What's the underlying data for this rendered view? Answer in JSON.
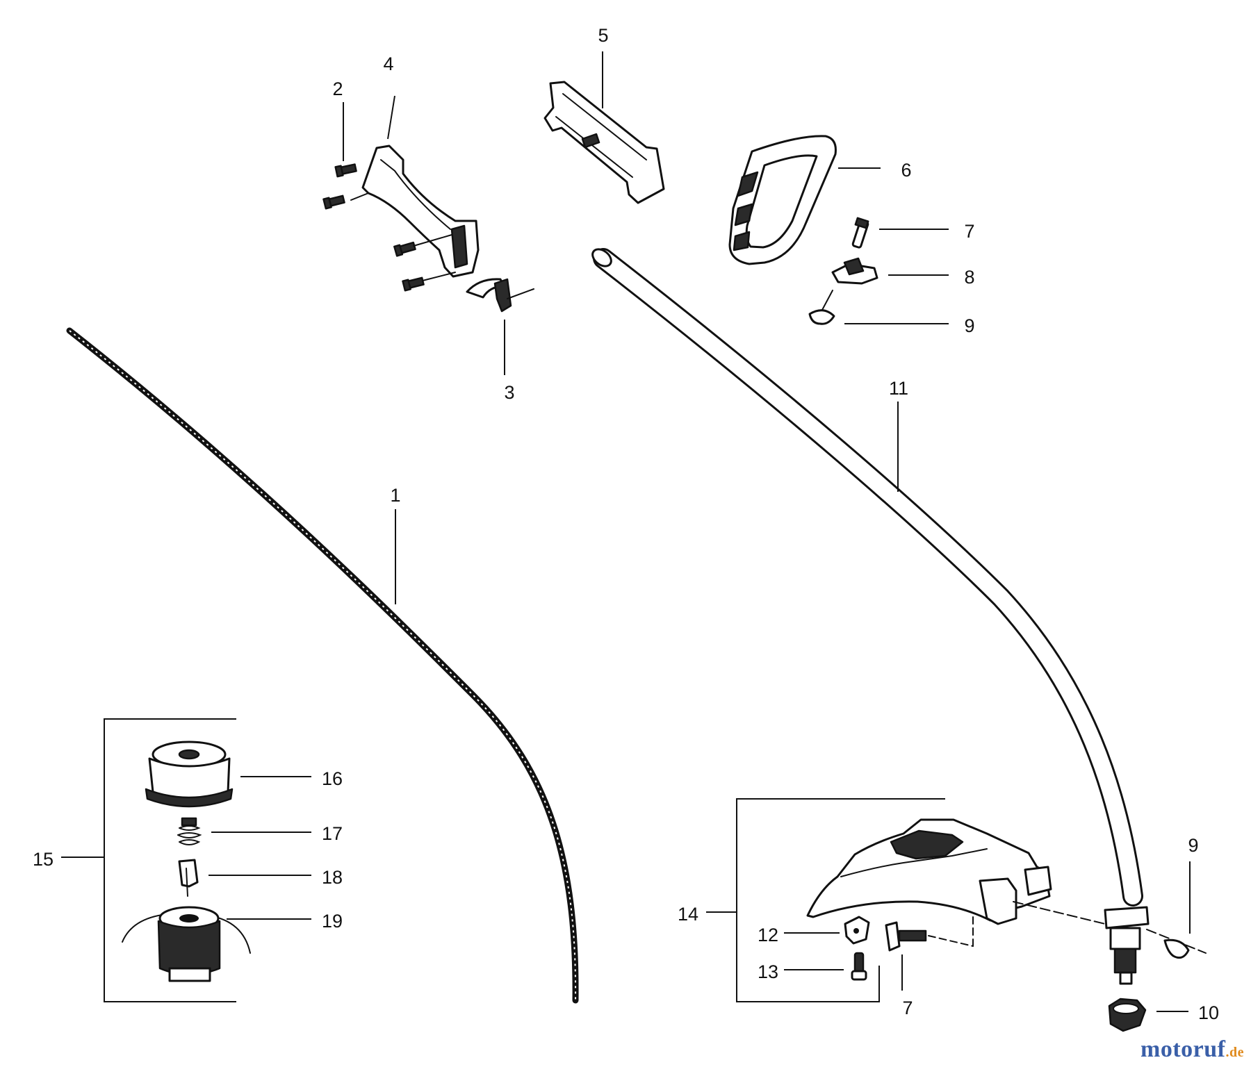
{
  "callouts": {
    "c1": "1",
    "c2": "2",
    "c3": "3",
    "c4": "4",
    "c5": "5",
    "c6": "6",
    "c7a": "7",
    "c7b": "7",
    "c8": "8",
    "c9a": "9",
    "c9b": "9",
    "c10": "10",
    "c11": "11",
    "c12": "12",
    "c13": "13",
    "c14": "14",
    "c15": "15",
    "c16": "16",
    "c17": "17",
    "c18": "18",
    "c19": "19"
  },
  "watermark": {
    "main": "motoruf",
    "sub": ".de"
  }
}
